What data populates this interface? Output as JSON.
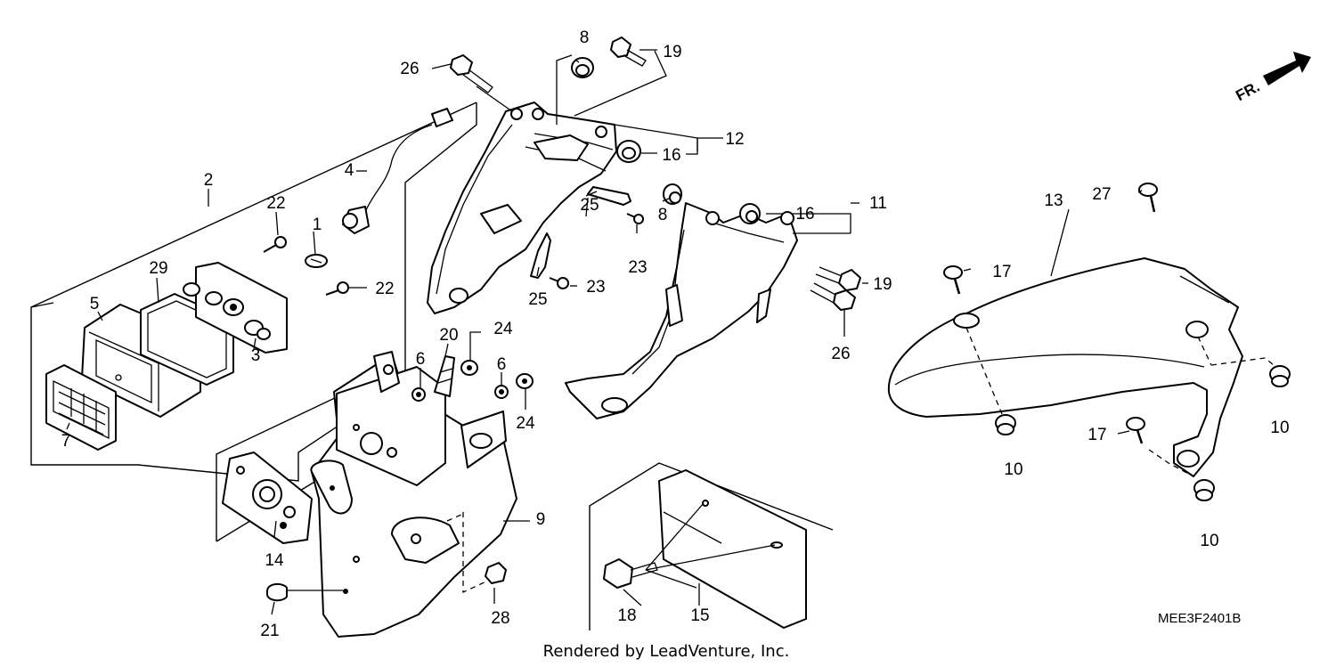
{
  "callouts": {
    "c1": "1",
    "c2": "2",
    "c3": "3",
    "c4": "4",
    "c5": "5",
    "c6a": "6",
    "c6b": "6",
    "c7": "7",
    "c8a": "8",
    "c8b": "8",
    "c9": "9",
    "c10a": "10",
    "c10b": "10",
    "c10c": "10",
    "c11": "11",
    "c12": "12",
    "c13": "13",
    "c14": "14",
    "c15": "15",
    "c16a": "16",
    "c16b": "16",
    "c17a": "17",
    "c17b": "17",
    "c18": "18",
    "c19a": "19",
    "c19b": "19",
    "c20": "20",
    "c21": "21",
    "c22a": "22",
    "c22b": "22",
    "c23a": "23",
    "c23b": "23",
    "c24a": "24",
    "c24b": "24",
    "c25a": "25",
    "c25b": "25",
    "c26a": "26",
    "c26b": "26",
    "c27": "27",
    "c28": "28",
    "c29": "29"
  },
  "front_indicator": "FR.",
  "diagram_code": "MEE3F2401B",
  "credit": "Rendered by LeadVenture, Inc."
}
